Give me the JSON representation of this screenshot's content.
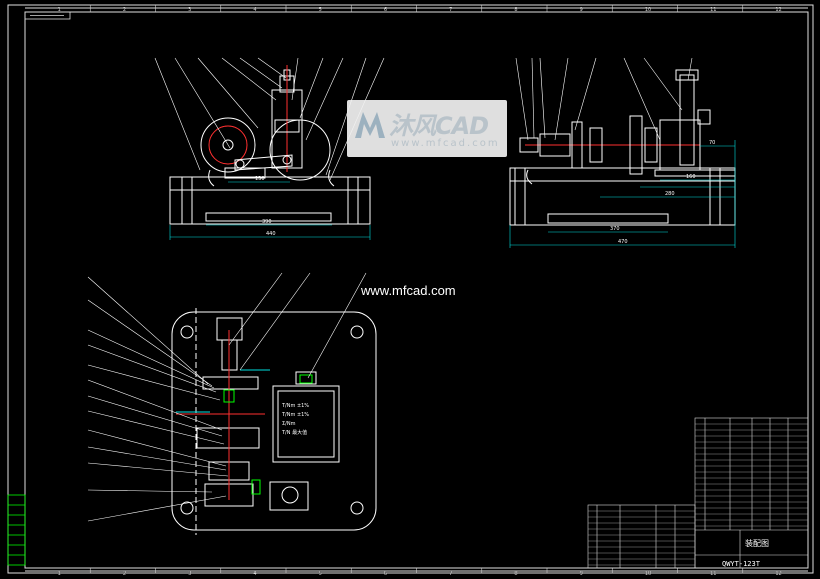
{
  "drawing": {
    "grid_cols": [
      "1",
      "2",
      "3",
      "4",
      "5",
      "6",
      "7",
      "8",
      "9",
      "10",
      "11",
      "12"
    ],
    "dimensions": {
      "front_view": [
        "130",
        "390",
        "440"
      ],
      "side_view": [
        "70",
        "160",
        "280",
        "370",
        "470"
      ]
    },
    "plan_text": [
      "T/Nm ±1%",
      "T/Nm ±1%",
      "Σ/Nm",
      "T/N 最大值"
    ]
  },
  "watermark": {
    "brand": "沐风CAD",
    "url": "www.mfcad.com"
  },
  "site_label": "www.mfcad.com",
  "title_block": {
    "title": "装配图",
    "code": "QWYT-123T"
  },
  "colors": {
    "outline": "#ffffff",
    "red": "#ff3030",
    "cyan": "#00e0e0",
    "green": "#00ff00",
    "yellow": "#ffff00"
  }
}
